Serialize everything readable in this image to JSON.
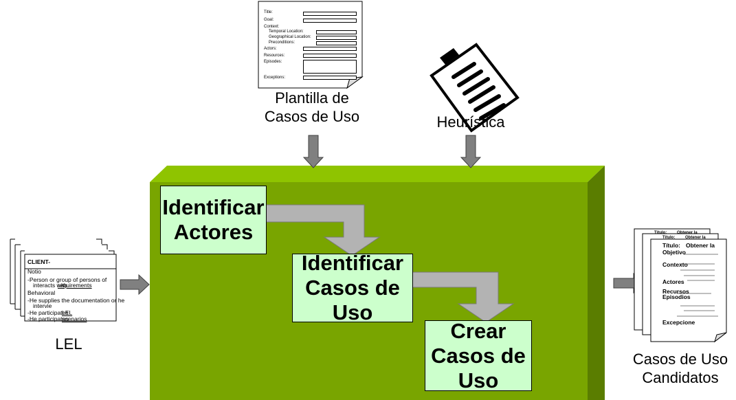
{
  "colors": {
    "box_front": "#79a500",
    "box_top": "#8fc400",
    "box_side": "#5a7d00",
    "process": "#ccffcc",
    "arrow": "#808080"
  },
  "inputs": {
    "template_caption": [
      "Plantilla de",
      "Casos de Uso"
    ],
    "heuristic_caption": "Heurística",
    "lel_caption": "LEL",
    "output_caption": [
      "Casos de Uso",
      "Candidatos"
    ]
  },
  "steps": [
    {
      "lines": [
        "Identificar",
        "Actores"
      ]
    },
    {
      "lines": [
        "Identificar",
        "Casos de Uso"
      ]
    },
    {
      "lines": [
        "Crear",
        "Casos de Uso"
      ]
    }
  ],
  "template_form": {
    "fields": [
      "Title:",
      "Goal:",
      "Context:",
      "Temporal Location:",
      "Geographical Location:",
      "Preconditions:",
      "Actors:",
      "Resources:",
      "Episodes:",
      "Exceptions:"
    ]
  },
  "lel_card": {
    "header": "CLIENT-",
    "notion": "Notio",
    "notion_text": "-Person or group of persons of",
    "notion_text2": "interacts with",
    "notion_link": "requirements",
    "behavioral": "Behavioral",
    "b1": "-He supplies the documentation or he",
    "b1b": "intervie",
    "b2": "-He participates",
    "b2_link": "LEL",
    "b3": "-He participates",
    "b3_link": "scenarios"
  },
  "output_doc": {
    "title": "Título:",
    "title_value": "Obtener la",
    "objective": "Objetivo",
    "context": "Contexto",
    "actors": "Actores",
    "resources": "Recursos",
    "episodes": "Episodios",
    "exceptions": "Excepcione"
  }
}
